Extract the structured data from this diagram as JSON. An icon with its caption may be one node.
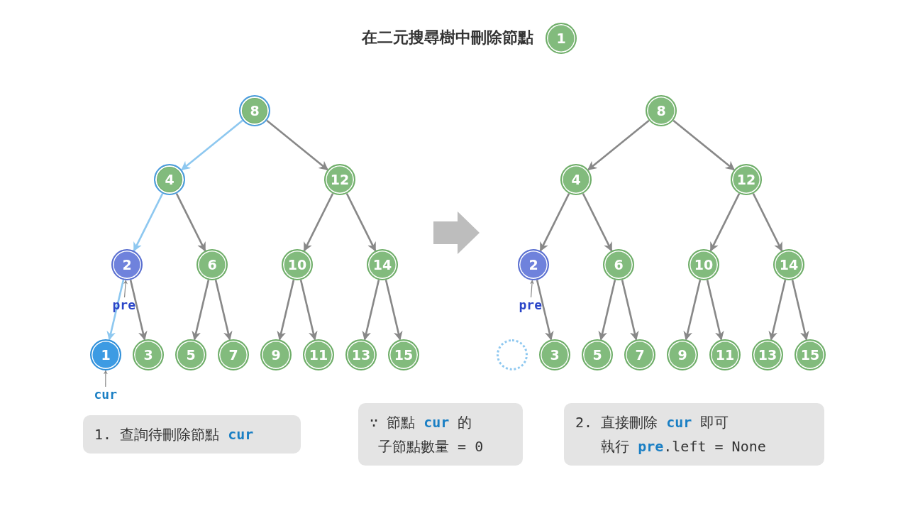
{
  "diagram": {
    "title": "在二元搜尋樹中刪除節點",
    "nodes": [
      {
        "text": [
          "1"
        ]
      },
      {
        "text": [
          "8"
        ]
      },
      {
        "text": [
          "4"
        ]
      },
      {
        "text": [
          "12"
        ]
      },
      {
        "text": [
          "2"
        ]
      },
      {
        "text": [
          "6"
        ]
      },
      {
        "text": [
          "10"
        ]
      },
      {
        "text": [
          "14"
        ]
      },
      {
        "text": [
          "1"
        ]
      },
      {
        "text": [
          "3"
        ]
      },
      {
        "text": [
          "5"
        ]
      },
      {
        "text": [
          "7"
        ]
      },
      {
        "text": [
          "9"
        ]
      },
      {
        "text": [
          "11"
        ]
      },
      {
        "text": [
          "13"
        ]
      },
      {
        "text": [
          "15"
        ]
      },
      {
        "text": [
          "8"
        ]
      },
      {
        "text": [
          "4"
        ]
      },
      {
        "text": [
          "12"
        ]
      },
      {
        "text": [
          "2"
        ]
      },
      {
        "text": [
          "6"
        ]
      },
      {
        "text": [
          "10"
        ]
      },
      {
        "text": [
          "14"
        ]
      },
      {
        "text": [],
        "shape": "circle"
      },
      {
        "text": [
          "3"
        ]
      },
      {
        "text": [
          "5"
        ]
      },
      {
        "text": [
          "7"
        ]
      },
      {
        "text": [
          "9"
        ]
      },
      {
        "text": [
          "11"
        ]
      },
      {
        "text": [
          "13"
        ]
      },
      {
        "text": [
          "15"
        ]
      },
      {
        "text": [
          "pre"
        ]
      },
      {
        "text": [
          "cur"
        ]
      },
      {
        "text": [
          "pre"
        ]
      },
      {
        "text": [
          "1. 查詢待刪除節點 **cur**"
        ]
      },
      {
        "text": [
          "∵ 節點 **cur** 的",
          "子節點數量 = 0"
        ]
      },
      {
        "text": [
          "2. 直接刪除 **cur** 即可",
          "執行 **pre**.left = None"
        ]
      }
    ],
    "edges": [
      {
        "from": 1,
        "to": 2,
        "arrow": "to",
        "color": "#8ec8f0"
      },
      {
        "from": 1,
        "to": 3,
        "arrow": "to"
      },
      {
        "from": 2,
        "to": 4,
        "arrow": "to",
        "color": "#8ec8f0"
      },
      {
        "from": 2,
        "to": 5,
        "arrow": "to"
      },
      {
        "from": 3,
        "to": 6,
        "arrow": "to"
      },
      {
        "from": 3,
        "to": 7,
        "arrow": "to"
      },
      {
        "from": 4,
        "to": 8,
        "arrow": "to",
        "color": "#8ec8f0"
      },
      {
        "from": 4,
        "to": 9,
        "arrow": "to"
      },
      {
        "from": 5,
        "to": 10,
        "arrow": "to"
      },
      {
        "from": 5,
        "to": 11,
        "arrow": "to"
      },
      {
        "from": 6,
        "to": 12,
        "arrow": "to"
      },
      {
        "from": 6,
        "to": 13,
        "arrow": "to"
      },
      {
        "from": 7,
        "to": 14,
        "arrow": "to"
      },
      {
        "from": 7,
        "to": 15,
        "arrow": "to"
      },
      {
        "from": 16,
        "to": 17,
        "arrow": "to"
      },
      {
        "from": 16,
        "to": 18,
        "arrow": "to"
      },
      {
        "from": 17,
        "to": 19,
        "arrow": "to"
      },
      {
        "from": 17,
        "to": 20,
        "arrow": "to"
      },
      {
        "from": 18,
        "to": 21,
        "arrow": "to"
      },
      {
        "from": 18,
        "to": 22,
        "arrow": "to"
      },
      {
        "from": 19,
        "to": 24,
        "arrow": "to"
      },
      {
        "from": 20,
        "to": 25,
        "arrow": "to"
      },
      {
        "from": 20,
        "to": 26,
        "arrow": "to"
      },
      {
        "from": 21,
        "to": 27,
        "arrow": "to"
      },
      {
        "from": 21,
        "to": 28,
        "arrow": "to"
      },
      {
        "from": 22,
        "to": 29,
        "arrow": "to"
      },
      {
        "from": 22,
        "to": 30,
        "arrow": "to"
      },
      {
        "from": 31,
        "to": 4,
        "arrow": "to"
      },
      {
        "from": 32,
        "to": 8,
        "arrow": "to"
      },
      {
        "from": 33,
        "to": 19,
        "arrow": "to"
      }
    ]
  }
}
